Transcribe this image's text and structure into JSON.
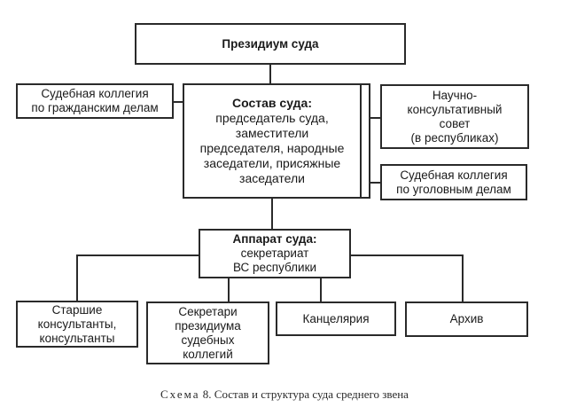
{
  "presidium": {
    "title": "Президиум суда"
  },
  "civil_collegium": {
    "lines": [
      "Судебная коллегия",
      "по гражданским делам"
    ]
  },
  "composition": {
    "title": "Состав суда:",
    "lines": [
      "председатель суда,",
      "заместители",
      "председателя, народные",
      "заседатели, присяжные",
      "заседатели"
    ]
  },
  "scientific_council": {
    "lines": [
      "Научно-",
      "консультативный",
      "совет",
      "(в республиках)"
    ]
  },
  "criminal_collegium": {
    "lines": [
      "Судебная коллегия",
      "по уголовным делам"
    ]
  },
  "apparatus": {
    "title": "Аппарат суда:",
    "lines": [
      "секретариат",
      "ВС республики"
    ]
  },
  "senior_consultants": {
    "lines": [
      "Старшие",
      "консультанты,",
      "консультанты"
    ]
  },
  "secretaries": {
    "lines": [
      "Секретари",
      "президиума",
      "судебных",
      "коллегий"
    ]
  },
  "chancellery": {
    "label": "Канцелярия"
  },
  "archive": {
    "label": "Архив"
  },
  "caption": {
    "label": "Схема",
    "text": " 8. Состав и структура суда среднего звена"
  }
}
